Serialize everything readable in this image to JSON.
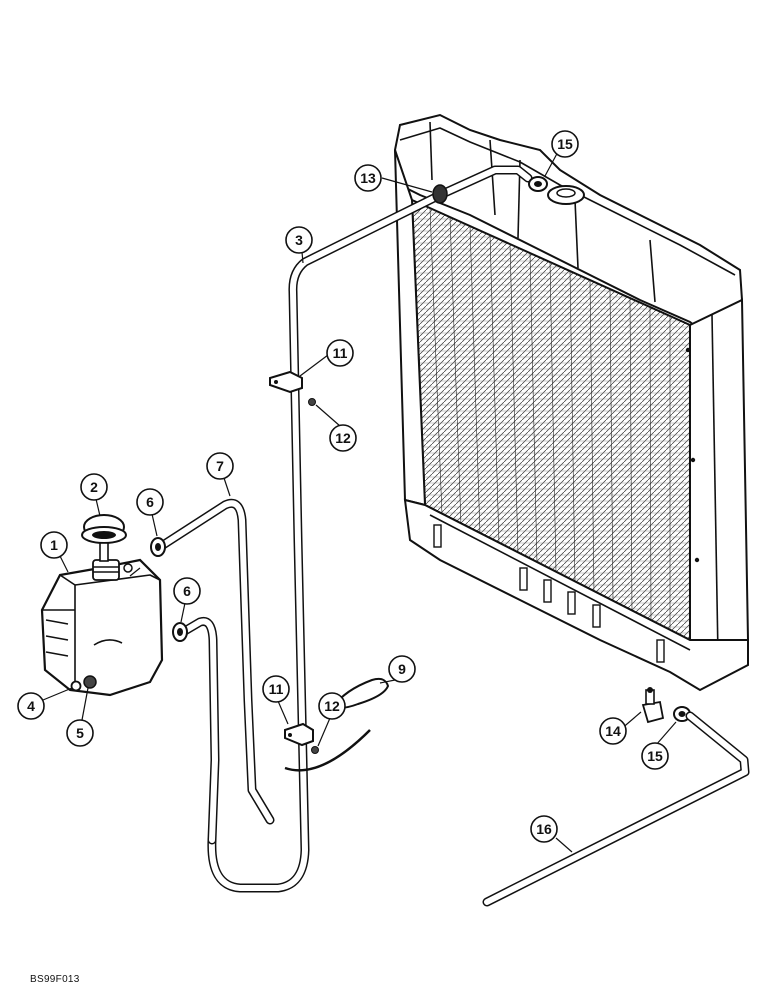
{
  "callouts": [
    {
      "id": "c1",
      "label": "1"
    },
    {
      "id": "c2",
      "label": "2"
    },
    {
      "id": "c3",
      "label": "3"
    },
    {
      "id": "c4",
      "label": "4"
    },
    {
      "id": "c5",
      "label": "5"
    },
    {
      "id": "c6a",
      "label": "6"
    },
    {
      "id": "c6b",
      "label": "6"
    },
    {
      "id": "c7",
      "label": "7"
    },
    {
      "id": "c9",
      "label": "9"
    },
    {
      "id": "c11a",
      "label": "11"
    },
    {
      "id": "c11b",
      "label": "11"
    },
    {
      "id": "c12a",
      "label": "12"
    },
    {
      "id": "c12b",
      "label": "12"
    },
    {
      "id": "c13",
      "label": "13"
    },
    {
      "id": "c14",
      "label": "14"
    },
    {
      "id": "c15a",
      "label": "15"
    },
    {
      "id": "c15b",
      "label": "15"
    },
    {
      "id": "c16",
      "label": "16"
    }
  ],
  "reference_code": "BS99F013"
}
